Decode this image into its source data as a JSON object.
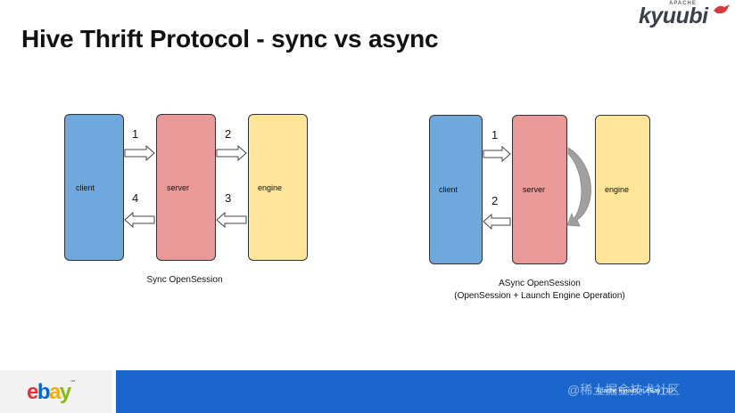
{
  "slide": {
    "title": "Hive Thrift Protocol - sync vs async",
    "logo": {
      "top": "APACHE",
      "name": "kyuubi"
    },
    "footer": {
      "brand": [
        "e",
        "b",
        "a",
        "y"
      ],
      "brand_tm": "™",
      "text": "Apache Kyuubi in eBay  |   10",
      "watermark": "@稀土掘金技术社区"
    }
  },
  "sync_diagram": {
    "client_label": "client",
    "server_label": "server",
    "engine_label": "engine",
    "step_1": "1",
    "step_2": "2",
    "step_3": "3",
    "step_4": "4",
    "caption": "Sync OpenSession"
  },
  "async_diagram": {
    "client_label": "client",
    "server_label": "server",
    "engine_label": "engine",
    "step_1": "1",
    "step_2": "2",
    "caption_line1": "ASync OpenSession",
    "caption_line2": "(OpenSession + Launch Engine Operation)"
  },
  "colors": {
    "client": "#6fa8dc",
    "server": "#ea9999",
    "engine": "#ffe599",
    "footer": "#1a66cc"
  }
}
